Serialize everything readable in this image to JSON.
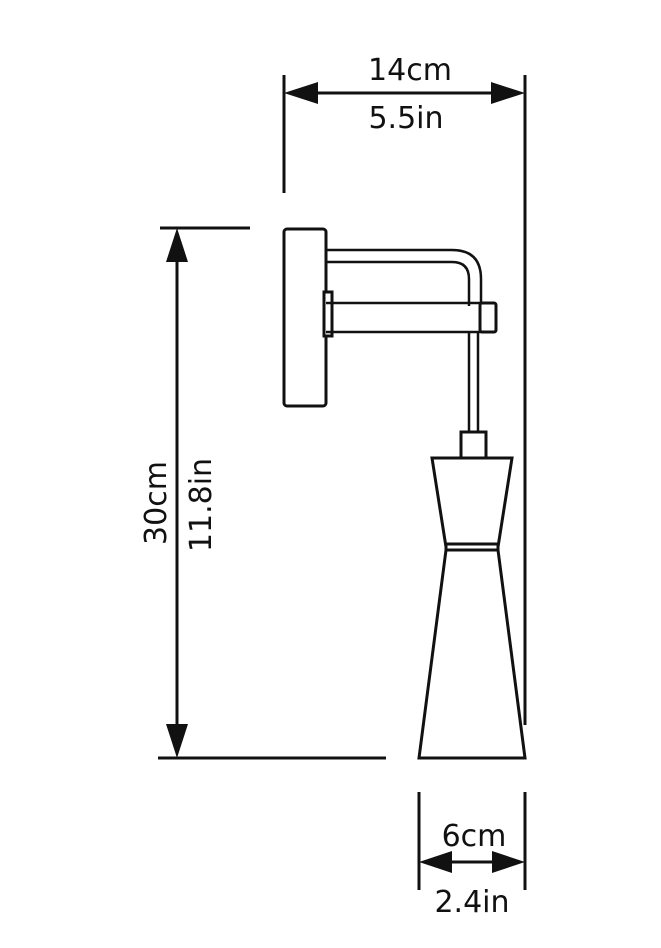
{
  "dimensions": {
    "width": {
      "metric": "14cm",
      "imperial": "5.5in"
    },
    "height": {
      "metric": "30cm",
      "imperial": "11.8in"
    },
    "shade_width": {
      "metric": "6cm",
      "imperial": "2.4in"
    }
  },
  "colors": {
    "ink": "#111111",
    "background": "#ffffff"
  }
}
